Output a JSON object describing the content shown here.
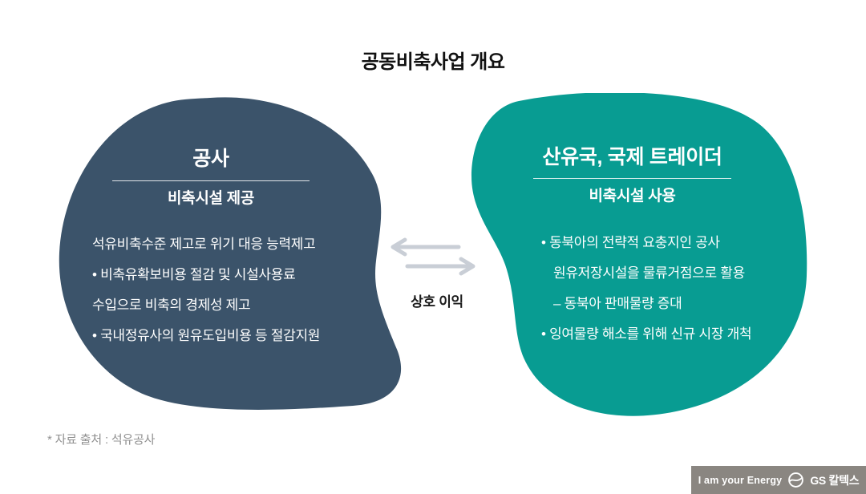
{
  "title": "공동비축사업 개요",
  "left_card": {
    "title": "공사",
    "subtitle": "비축시설 제공",
    "lines": [
      "석유비축수준 제고로 위기 대응 능력제고",
      "• 비축유확보비용 절감 및 시설사용료",
      "수입으로 비축의 경제성 제고",
      "• 국내정유사의 원유도입비용 등 절감지원"
    ],
    "color": "#3B536A",
    "text_color": "#FFFFFF"
  },
  "right_card": {
    "title": "산유국, 국제 트레이더",
    "subtitle": "비축시설 사용",
    "lines": [
      "• 동북아의 전략적 요충지인 공사",
      "원유저장시설을 물류거점으로 활용",
      "– 동북아 판매물량 증대",
      "• 잉여물량 해소를 위해 신규 시장 개척"
    ],
    "color": "#089C92",
    "text_color": "#FFFFFF"
  },
  "center": {
    "label": "상호 이익",
    "arrow_color": "#C9CED6",
    "icons": [
      "arrow-left-icon",
      "arrow-right-icon"
    ]
  },
  "footnote": "* 자료 출처 : 석유공사",
  "footer": {
    "slogan": "I am your Energy",
    "brand": "GS 칼텍스",
    "bg_color": "#8A8681",
    "logo": "gs-caltex-logo"
  }
}
